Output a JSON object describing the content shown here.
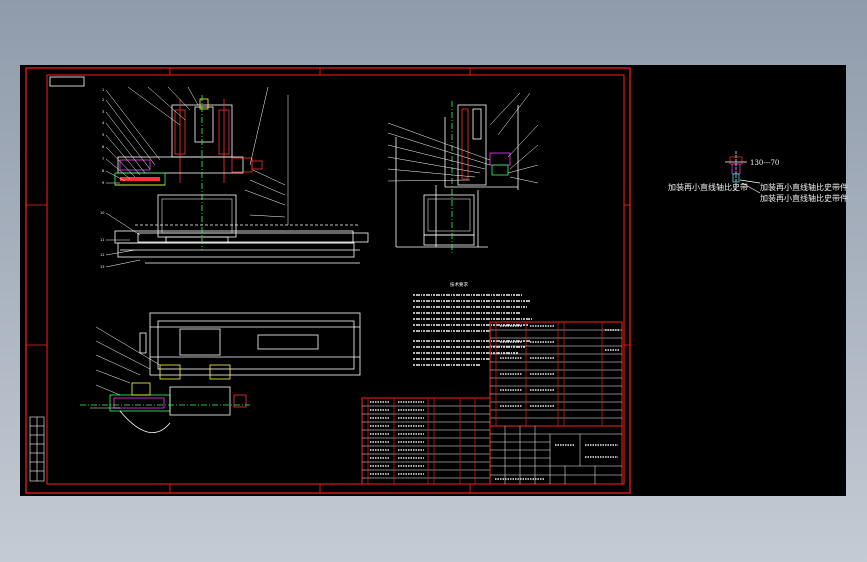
{
  "drawing": {
    "tech_req_title": "技术要求",
    "side_dimension": "130---70",
    "side_note_left": "加装再小直线轴比史带",
    "side_note_right_1": "加装再小直线轴比史带件",
    "side_note_right_2": "加装再小直线轴比史带件"
  },
  "colors": {
    "background_top": "#8f9bab",
    "viewport": "#000000",
    "frame": "#ff0000",
    "line": "#ffffff",
    "accent_green": "#33ff66",
    "accent_magenta": "#ff33ff",
    "accent_yellow": "#ffff33",
    "accent_cyan": "#33ffff"
  }
}
